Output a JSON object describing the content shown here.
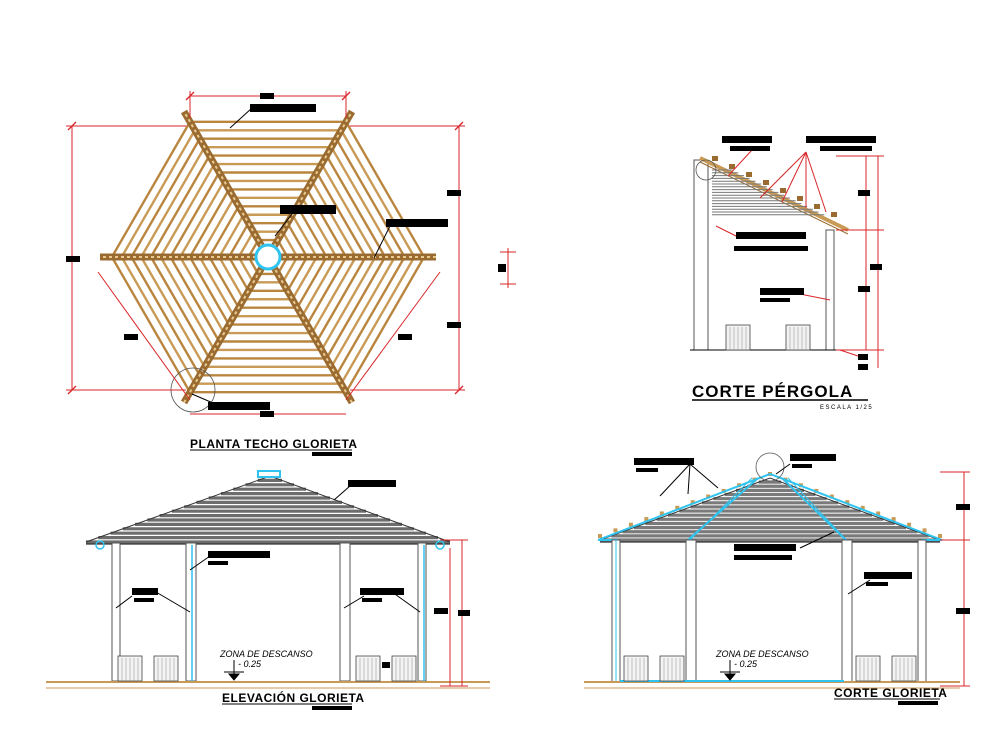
{
  "views": {
    "plan": {
      "title": "PLANTA  TECHO GLORIETA"
    },
    "section_pergola": {
      "title": "CORTE PÉRGOLA",
      "scale": "ESCALA 1/25"
    },
    "elevation": {
      "title": "ELEVACIÓN GLORIETA",
      "zone_label": "ZONA DE DESCANSO",
      "level": "- 0.25"
    },
    "section": {
      "title": "CORTE GLORIETA",
      "zone_label": "ZONA DE DESCANSO",
      "level": "- 0.25"
    }
  },
  "colors": {
    "wood": "#c89a55",
    "wood_dark": "#9a6b30",
    "dimension": "#d8262a",
    "leader": "#000000",
    "cyan_accent": "#2fc4f0",
    "structure": "#555555"
  }
}
